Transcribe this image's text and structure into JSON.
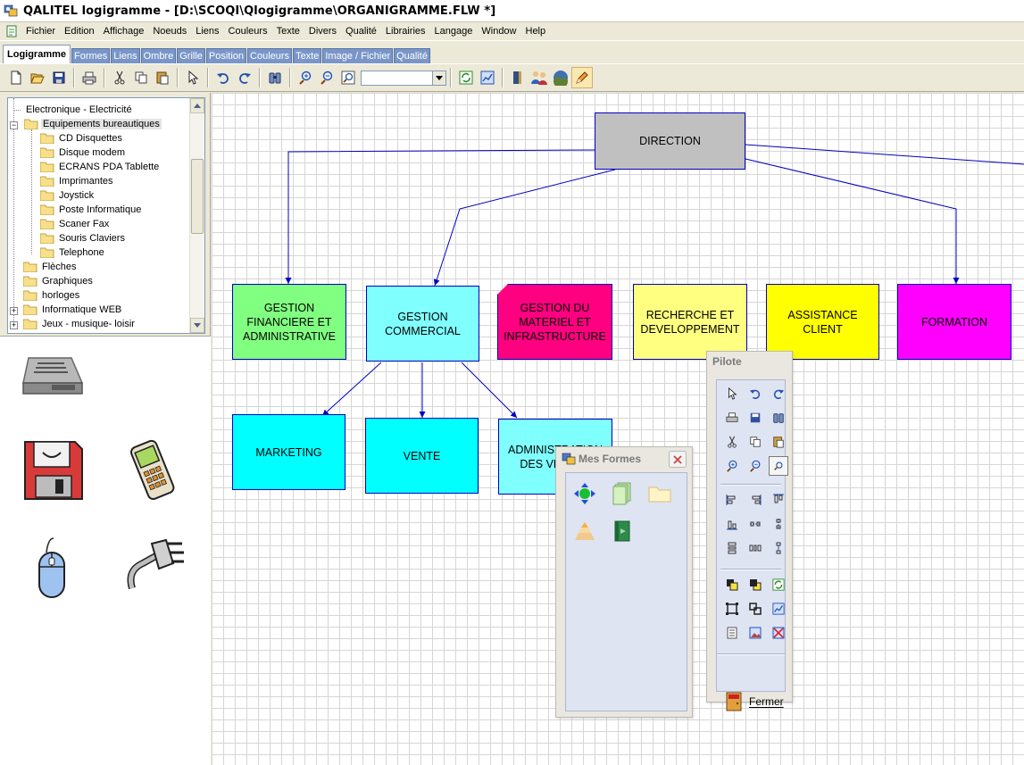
{
  "window": {
    "title": "QALITEL logigramme - [D:\\SCOQI\\Qlogigramme\\ORGANIGRAMME.FLW *]"
  },
  "menu": [
    "Fichier",
    "Edition",
    "Affichage",
    "Noeuds",
    "Liens",
    "Couleurs",
    "Texte",
    "Divers",
    "Qualité",
    "Librairies",
    "Langage",
    "Window",
    "Help"
  ],
  "tabs": [
    "Logigramme",
    "Formes",
    "Liens",
    "Ombre",
    "Grille",
    "Position",
    "Couleurs",
    "Texte",
    "Image / Fichier",
    "Qualité"
  ],
  "tree": {
    "items": [
      {
        "label": "Electronique - Electricité",
        "level": 0
      },
      {
        "label": "Equipements bureautiques",
        "level": 0,
        "expanded": true,
        "selected": true
      },
      {
        "label": "CD Disquettes",
        "level": 1
      },
      {
        "label": "Disque  modem",
        "level": 1
      },
      {
        "label": "ECRANS PDA Tablette",
        "level": 1
      },
      {
        "label": "Imprimantes",
        "level": 1
      },
      {
        "label": "Joystick",
        "level": 1
      },
      {
        "label": "Poste Informatique",
        "level": 1
      },
      {
        "label": "Scaner Fax",
        "level": 1
      },
      {
        "label": "Souris Claviers",
        "level": 1
      },
      {
        "label": "Telephone",
        "level": 1
      },
      {
        "label": "Flèches",
        "level": 0
      },
      {
        "label": "Graphiques",
        "level": 0
      },
      {
        "label": "horloges",
        "level": 0
      },
      {
        "label": "Informatique WEB",
        "level": 0,
        "collapsed": true
      },
      {
        "label": "Jeux - musique- loisir",
        "level": 0,
        "collapsed": true
      }
    ]
  },
  "gallery": [
    "disk-drive-icon",
    "floppy-disk-icon",
    "pda-phone-icon",
    "mouse-icon",
    "power-plug-icon"
  ],
  "nodes": {
    "direction": {
      "text": "DIRECTION",
      "color": "#c0c0c0"
    },
    "gestion_fin": {
      "text": "GESTION FINANCIERE ET ADMINISTRATIVE",
      "color": "#80ff80"
    },
    "gestion_com": {
      "text": "GESTION COMMERCIAL",
      "color": "#80ffff"
    },
    "gestion_mat": {
      "text": "GESTION DU MATERIEL ET INFRASTRUCTURE",
      "color": "#ff0080"
    },
    "recherche": {
      "text": "RECHERCHE ET DEVELOPPEMENT",
      "color": "#ffff80"
    },
    "assistance": {
      "text": "ASSISTANCE CLIENT",
      "color": "#ffff00"
    },
    "formation": {
      "text": "FORMATION",
      "color": "#ff00ff"
    },
    "marketing": {
      "text": "MARKETING",
      "color": "#00ffff"
    },
    "vente": {
      "text": "VENTE",
      "color": "#00ffff"
    },
    "admin_ventes": {
      "text": "ADMINISTRATION DES VENTES",
      "color": "#80ffff"
    }
  },
  "pilote": {
    "title": "Pilote",
    "close_label": "Fermer"
  },
  "formes": {
    "title": "Mes Formes"
  },
  "colors": {
    "link": "#0000c0",
    "tab_inactive": "#7a96c8",
    "palette_body": "#dfe4f3"
  }
}
